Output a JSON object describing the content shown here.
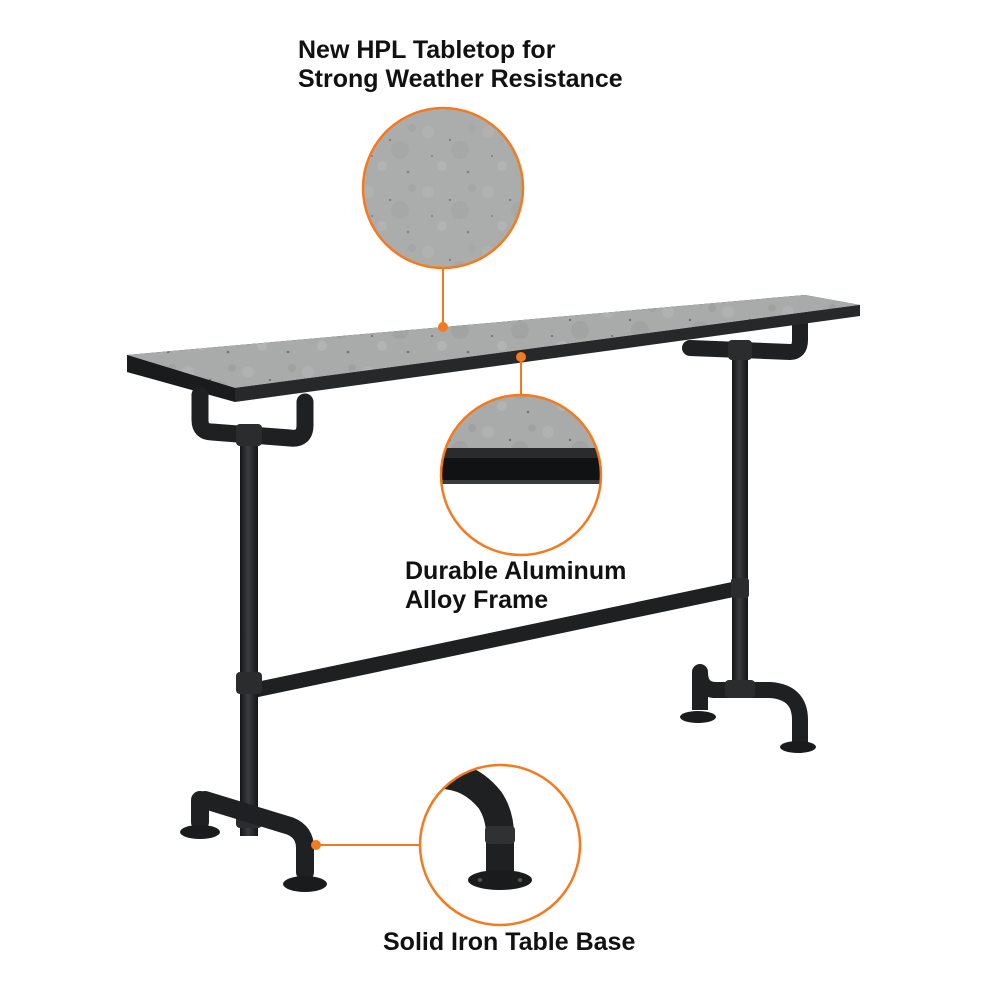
{
  "callouts": {
    "tabletop": {
      "line1": "New HPL Tabletop for",
      "line2": "Strong Weather Resistance"
    },
    "frame": {
      "line1": "Durable Aluminum",
      "line2": "Alloy Frame"
    },
    "base": {
      "line1": "Solid Iron Table Base"
    }
  },
  "colors": {
    "accent": "#f47a20",
    "tabletop": "#a9abaa",
    "frame": "#1f2022",
    "text": "#111111"
  },
  "icons": {
    "tabletop_zoom": "concrete-texture-circle-icon",
    "frame_zoom": "tabletop-edge-circle-icon",
    "base_zoom": "pipe-foot-circle-icon"
  }
}
